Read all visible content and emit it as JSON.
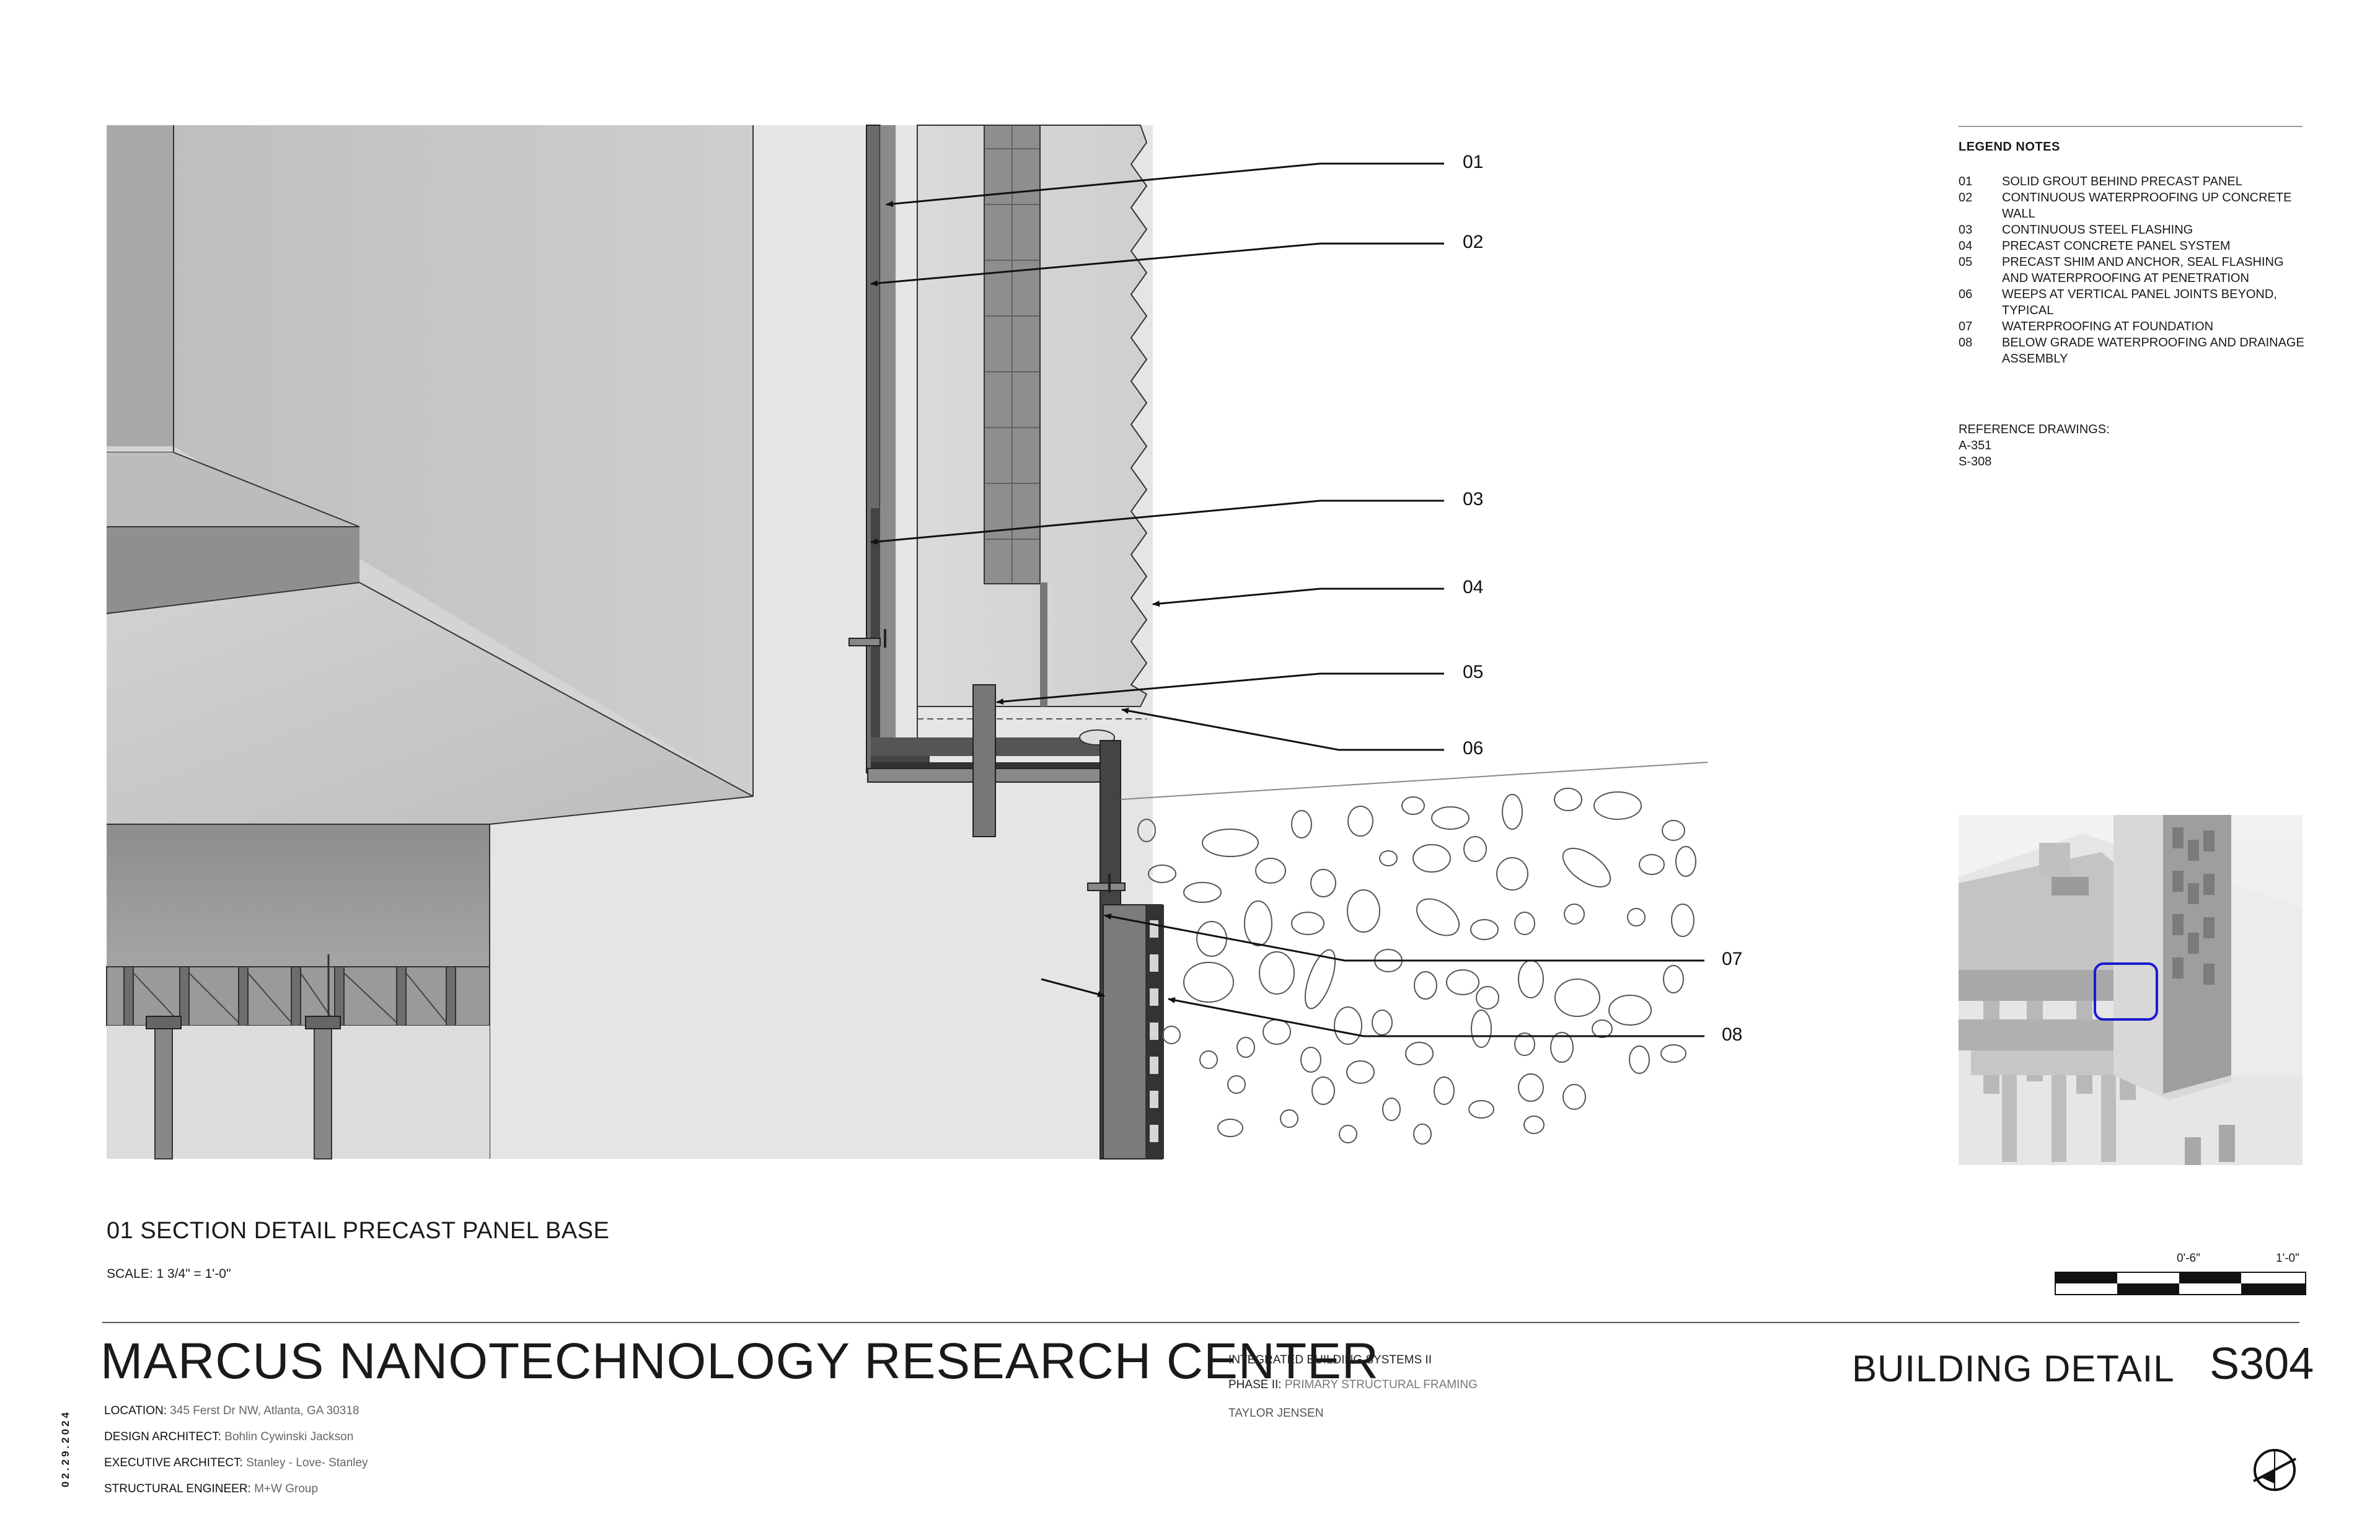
{
  "callouts": [
    "01",
    "02",
    "03",
    "04",
    "05",
    "06",
    "07",
    "08"
  ],
  "legend": {
    "title": "LEGEND NOTES",
    "items": [
      {
        "num": "01",
        "text": "SOLID GROUT BEHIND PRECAST PANEL"
      },
      {
        "num": "02",
        "text": "CONTINUOUS WATERPROOFING UP CONCRETE WALL"
      },
      {
        "num": "03",
        "text": "CONTINUOUS STEEL FLASHING"
      },
      {
        "num": "04",
        "text": "PRECAST CONCRETE PANEL SYSTEM"
      },
      {
        "num": "05",
        "text": "PRECAST SHIM AND ANCHOR, SEAL FLASHING AND WATERPROOFING AT PENETRATION"
      },
      {
        "num": "06",
        "text": "WEEPS AT VERTICAL PANEL JOINTS BEYOND, TYPICAL"
      },
      {
        "num": "07",
        "text": "WATERPROOFING AT FOUNDATION"
      },
      {
        "num": "08",
        "text": "BELOW GRADE WATERPROOFING AND DRAINAGE ASSEMBLY"
      }
    ],
    "reference_title": "REFERENCE DRAWINGS:",
    "references": [
      "A-351",
      "S-308"
    ]
  },
  "detail": {
    "title": "01 SECTION DETAIL PRECAST PANEL BASE",
    "scale": "SCALE: 1 3/4\" = 1'-0\""
  },
  "graphic_scale": {
    "label_mid": "0'-6\"",
    "label_end": "1'-0\""
  },
  "project": {
    "title": "MARCUS NANOTECHNOLOGY RESEARCH CENTER",
    "location_label": "LOCATION:",
    "location": "345 Ferst Dr NW, Atlanta, GA 30318",
    "design_label": "DESIGN ARCHITECT:",
    "design": "Bohlin Cywinski Jackson",
    "exec_label": "EXECUTIVE ARCHITECT:",
    "exec": "Stanley - Love- Stanley",
    "struct_label": "STRUCTURAL ENGINEER:",
    "struct": "M+W Group",
    "date": "02.29.2024"
  },
  "course": {
    "name": "INTEGRATED BUILDING SYSTEMS II",
    "phase_label": "PHASE II:",
    "phase": "PRIMARY STRUCTURAL FRAMING",
    "author": "TAYLOR JENSEN"
  },
  "sheet": {
    "title": "BUILDING DETAIL",
    "number": "S304"
  },
  "colors": {
    "highlight": "#1a1ad0",
    "line": "#111111"
  },
  "icons": [
    "north-arrow-icon"
  ]
}
